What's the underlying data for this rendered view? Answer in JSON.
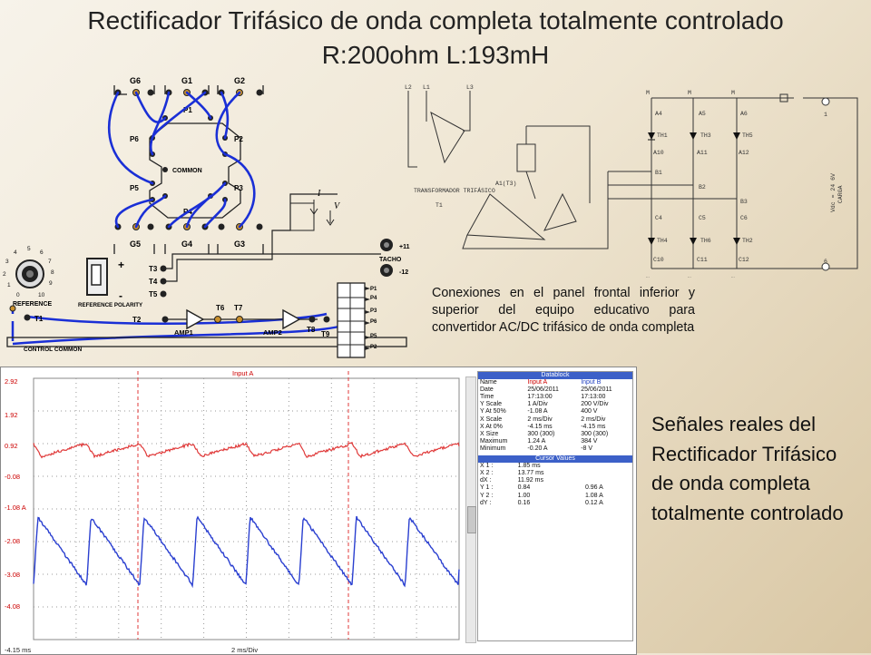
{
  "title": {
    "line1": "Rectificador Trifásico de onda completa totalmente controlado",
    "line2": "R:200ohm  L:193mH"
  },
  "panel": {
    "gates_top": [
      "G6",
      "G1",
      "G2"
    ],
    "gates_bottom": [
      "G5",
      "G4",
      "G3"
    ],
    "pulses": [
      "P1",
      "P2",
      "P3",
      "P4",
      "P5",
      "P6"
    ],
    "common": "COMMON",
    "reference": "REFERENCE",
    "reference_polarity": "REFERENCE POLARITY",
    "control_common": "CONTROL COMMON",
    "tacho": "TACHO",
    "tacho_plus": "+11",
    "tacho_minus": "-12",
    "terminals": [
      "T1",
      "T2",
      "T3",
      "T4",
      "T5",
      "T6",
      "T7",
      "T8",
      "T9"
    ],
    "amp1": "AMP1",
    "amp2": "AMP2",
    "current": "I",
    "voltage": "V",
    "dial_numbers": [
      "0",
      "1",
      "2",
      "3",
      "4",
      "5",
      "6",
      "7",
      "8",
      "9",
      "10"
    ],
    "plus": "+",
    "minus": "-",
    "out_pulses": [
      "P1",
      "P4",
      "P3",
      "P6",
      "P5",
      "P2"
    ]
  },
  "schematic": {
    "lines": [
      "L2",
      "L1",
      "L3"
    ],
    "transformer": "TRANSFORMADOR TRIFÁSICO",
    "t1": "T1",
    "a1t3": "A1(T3)",
    "thyristors": [
      "TH1",
      "TH3",
      "TH5",
      "TH4",
      "TH6",
      "TH2"
    ],
    "nodes_top": [
      "M",
      "M",
      "M"
    ],
    "nodes_bottom": [
      "N",
      "N",
      "N"
    ],
    "a_nodes": [
      "A4",
      "A5",
      "A6",
      "A10",
      "A11",
      "A12",
      "B1",
      "B2",
      "B3",
      "C4",
      "C5",
      "C6",
      "C10",
      "C11",
      "C12"
    ],
    "load": "CARGA",
    "vdc": "Vdc = 24 6V",
    "term1": "1",
    "term6": "6"
  },
  "caption": "Conexiones en el panel frontal inferior y superior del equipo educativo para convertidor AC/DC trifásico de onda completa",
  "side_caption": "Señales reales del Rectificador Trifásico de onda completa totalmente controlado",
  "scope": {
    "input_label": "Input A",
    "y_labels": [
      "2.92",
      "1.92",
      "0.92",
      "-0.08",
      "-1.08 A",
      "-2.08",
      "-3.08",
      "-4.08"
    ],
    "x_left": "-4.15 ms",
    "x_div": "2 ms/Div",
    "colors": {
      "a": "#e03a3a",
      "b": "#2a3fd0"
    },
    "datablock": {
      "title": "Datablock",
      "head": [
        "Name",
        "Input A",
        "Input B"
      ],
      "rows": [
        [
          "Date",
          "25/06/2011",
          "25/06/2011"
        ],
        [
          "Time",
          "17:13:00",
          "17:13:00"
        ],
        [
          "Y Scale",
          "1     A/Div",
          "200    V/Div"
        ],
        [
          "Y At 50%",
          "-1.08 A",
          "400    V"
        ],
        [
          "X Scale",
          "2     ms/Div",
          "2      ms/Div"
        ],
        [
          "X At 0%",
          "-4.15 ms",
          "-4.15 ms"
        ],
        [
          "X Size",
          "300 (300)",
          "300 (300)"
        ],
        [
          "Maximum",
          "1.24 A",
          "384    V"
        ],
        [
          "Minimum",
          "-0.20 A",
          "-8     V"
        ]
      ]
    },
    "cursor": {
      "title": "Cursor Values",
      "rows": [
        [
          "X 1 :",
          "1.85 ms",
          ""
        ],
        [
          "X 2 :",
          "13.77 ms",
          ""
        ],
        [
          "dX :",
          "11.92 ms",
          ""
        ],
        [
          "Y 1 :",
          "0.84",
          "0.96 A"
        ],
        [
          "Y 2 :",
          "1.00",
          "1.08 A"
        ],
        [
          "dY :",
          "0.16",
          "0.12 A"
        ]
      ]
    }
  }
}
